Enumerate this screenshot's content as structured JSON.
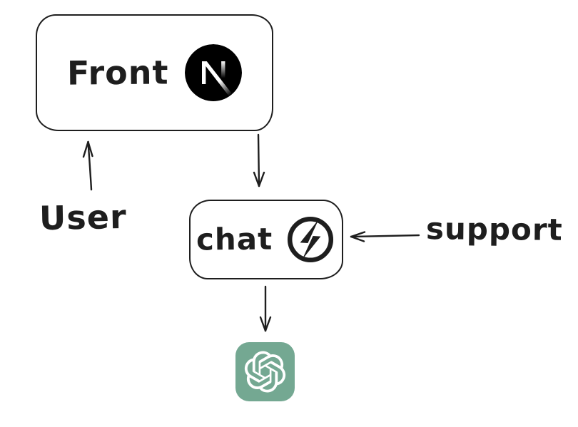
{
  "colors": {
    "background": "#ffffff",
    "stroke": "#1e1e1e",
    "openai_green": "#74a892",
    "nextjs_black": "#000000"
  },
  "nodes": {
    "front": {
      "label": "Front",
      "icon": "nextjs-logo"
    },
    "chat": {
      "label": "chat",
      "icon": "fastapi-lightning-logo"
    },
    "openai": {
      "icon": "openai-logo"
    }
  },
  "annotations": {
    "user": {
      "text": "User"
    },
    "support": {
      "text": "support"
    }
  },
  "edges": [
    {
      "id": "user-to-front",
      "from": "User",
      "to": "Front box",
      "arrow": "up"
    },
    {
      "id": "front-to-chat",
      "from": "Front box",
      "to": "chat box",
      "arrow": "down"
    },
    {
      "id": "support-to-chat",
      "from": "support",
      "to": "chat box",
      "arrow": "left"
    },
    {
      "id": "chat-to-openai",
      "from": "chat box",
      "to": "OpenAI logo",
      "arrow": "down"
    }
  ]
}
